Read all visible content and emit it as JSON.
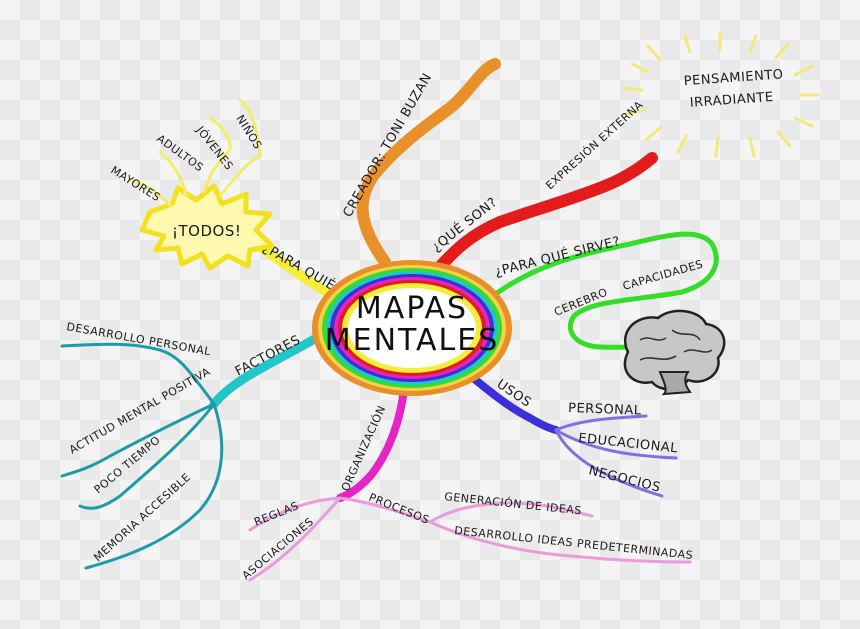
{
  "center": {
    "line1": "MAPAS",
    "line2": "MENTALES"
  },
  "branches": {
    "creador": "CREADOR: TONI BUZAN",
    "que_son": "¿QUÉ SON?",
    "expresion": "EXPRESIÓN EXTERNA",
    "pensamiento": {
      "line1": "PENSAMIENTO",
      "line2": "IRRADIANTE"
    },
    "para_que": "¿PARA QUÉ SIRVE?",
    "cerebro": "CEREBRO",
    "capacidades": "CAPACIDADES",
    "para_quien": "¿PARA QUIÉN?",
    "todos": "¡TODOS!",
    "mayores": "MAYORES",
    "adultos": "ADULTOS",
    "jovenes": "JÓVENES",
    "ninos": "NIÑOS",
    "factores": "FACTORES",
    "desarrollo_personal": "DESARROLLO PERSONAL",
    "actitud": "ACTITUD MENTAL POSITIVA",
    "poco_tiempo": "POCO TIEMPO",
    "memoria": "MEMORIA ACCESIBLE",
    "usos": "USOS",
    "personal": "PERSONAL",
    "educacional": "EDUCACIONAL",
    "negocios": "NEGOCIOS",
    "organizacion": "ORGANIZACIÓN",
    "reglas": "REGLAS",
    "asociaciones": "ASOCIACIONES",
    "procesos": "PROCESOS",
    "generacion": "GENERACIÓN DE IDEAS",
    "desarrollo_ideas": "DESARROLLO IDEAS PREDETERMINADAS"
  },
  "icons": {
    "brain": "brain-icon",
    "burst": "starburst-icon",
    "sun": "sun-rays-icon"
  },
  "colors": {
    "creador": "#e8902a",
    "que_son": "#e31b1b",
    "para_que": "#33dd2a",
    "usos": "#3b2fd9",
    "organizacion": "#e424c4",
    "factores": "#22c5c8",
    "para_quien": "#f2ee3a",
    "sun": "#f3e97a"
  }
}
